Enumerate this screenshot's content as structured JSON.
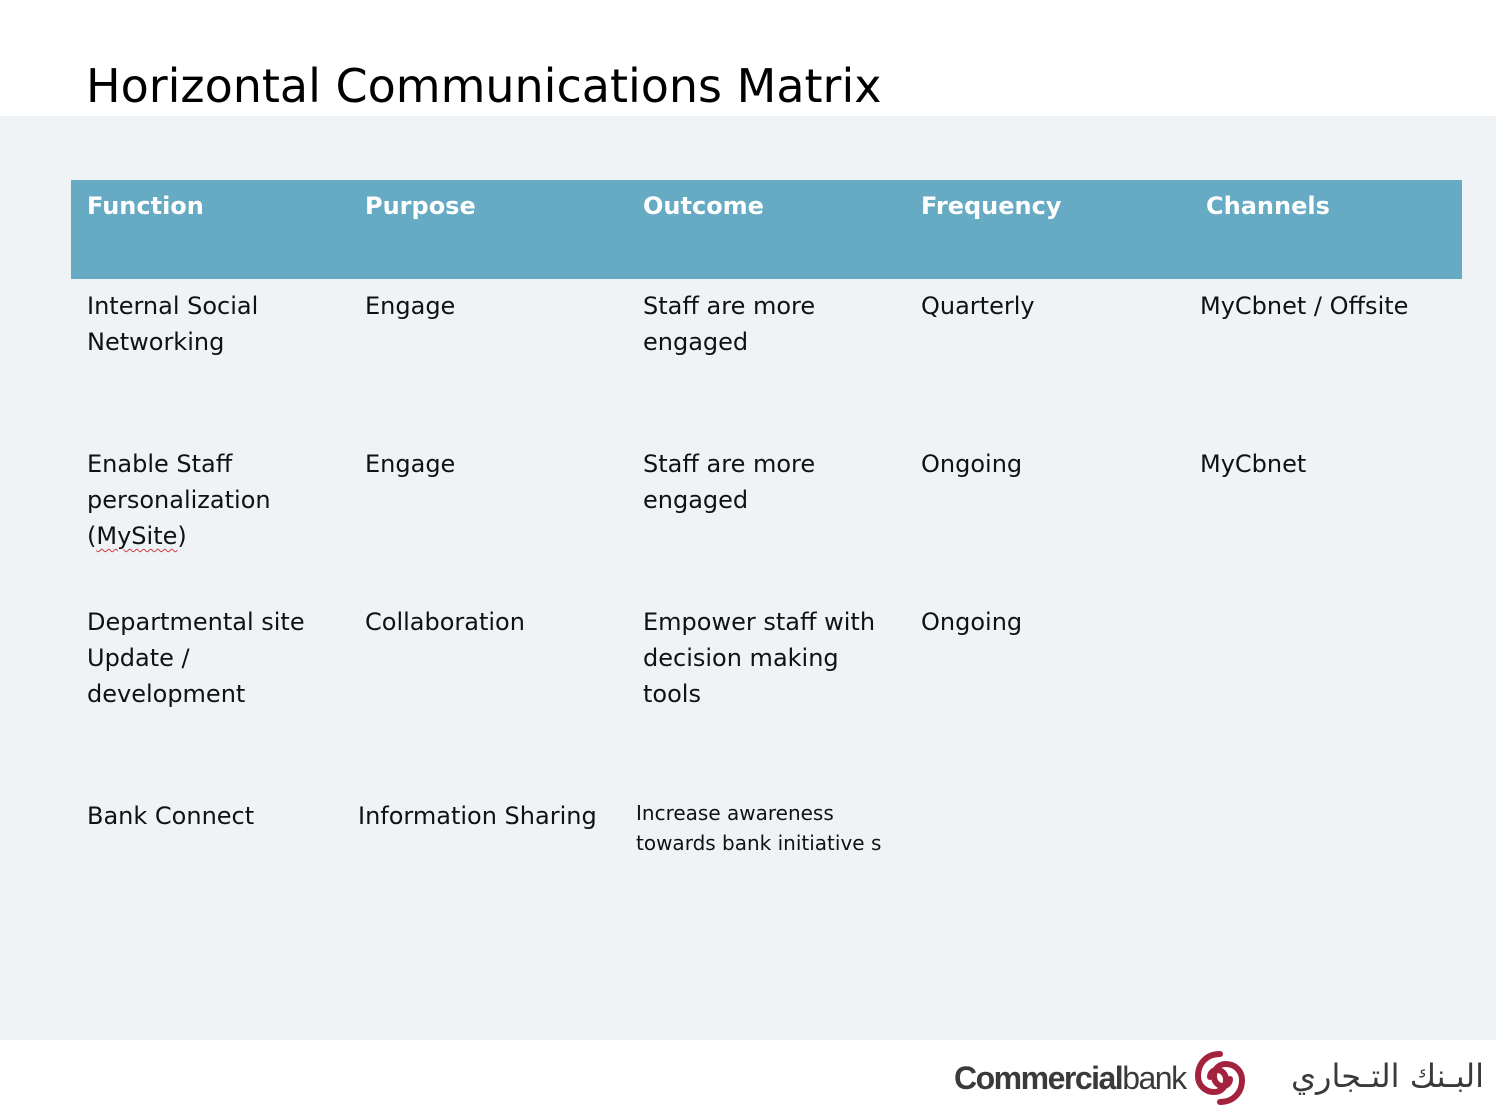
{
  "title": "Horizontal Communications Matrix",
  "colors": {
    "header_fill": "#66aac4",
    "content_background": "#eff3f6",
    "logo_red": "#a3233f"
  },
  "table": {
    "headers": [
      "Function",
      "Purpose",
      "Outcome",
      "Frequency",
      "Channels"
    ],
    "rows": [
      {
        "function": "Internal Social\nNetworking",
        "purpose": "Engage",
        "outcome": "Staff are more\nengaged",
        "frequency": "Quarterly",
        "channels": "MyCbnet / Offsite"
      },
      {
        "function_lines": [
          "Enable Staff",
          "personalization",
          "(",
          "MySite",
          ")"
        ],
        "purpose": "Engage",
        "outcome": "Staff are more\nengaged",
        "frequency": "Ongoing",
        "channels": "MyCbnet"
      },
      {
        "function": "Departmental site\nUpdate /\ndevelopment",
        "purpose": "Collaboration",
        "outcome": "Empower staff with\ndecision making\ntools",
        "frequency": "Ongoing",
        "channels": ""
      },
      {
        "function": "Bank Connect",
        "purpose": "Information Sharing",
        "outcome": "Increase awareness\ntowards bank initiative s",
        "frequency": "",
        "channels": ""
      }
    ]
  },
  "footer": {
    "logo_text_bold": "Commercial",
    "logo_text_light": "bank",
    "logo_arabic": "البـنك التـجاري",
    "logo_icon": "commercial-bank-logo-icon"
  }
}
